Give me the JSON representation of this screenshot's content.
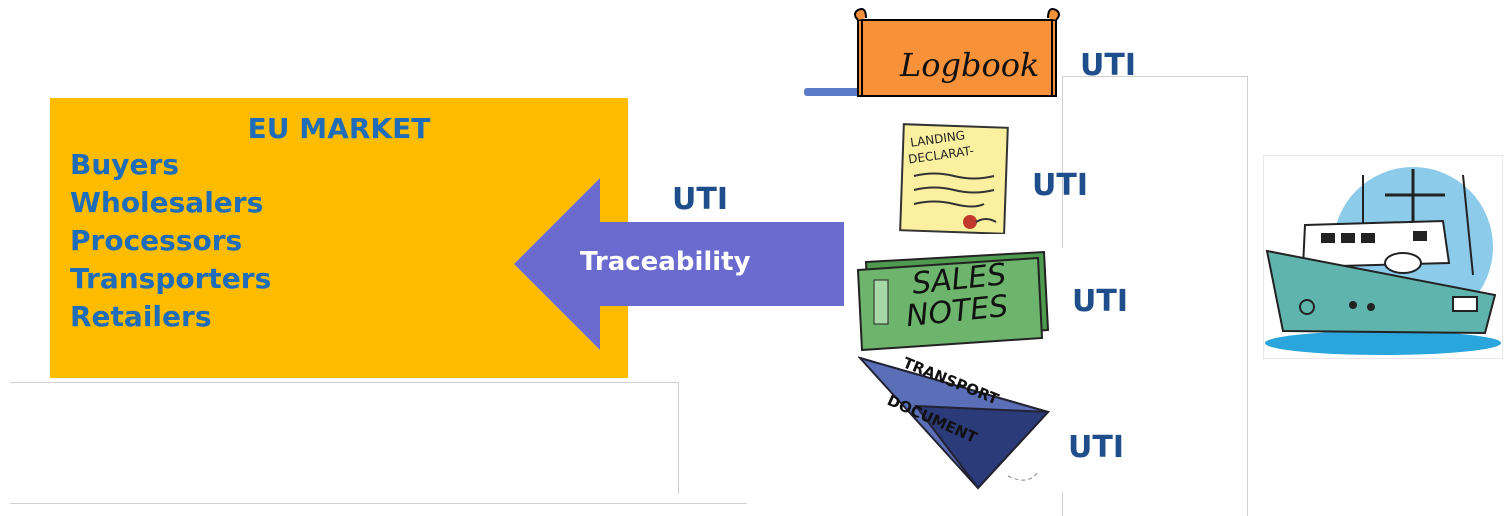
{
  "market": {
    "title": "EU MARKET",
    "items": [
      "Buyers",
      "Wholesalers",
      "Processors",
      "Transporters",
      "Retailers"
    ]
  },
  "flow": {
    "label": "Traceability",
    "uti_label": "UTI"
  },
  "documents": {
    "logbook": {
      "text": "Logbook",
      "uti": "UTI"
    },
    "landing": {
      "line1": "LANDING",
      "line2": "DECLARAT-",
      "uti": "UTI"
    },
    "sales": {
      "line1": "SALES",
      "line2": "NOTES",
      "uti": "UTI"
    },
    "transport": {
      "line1": "TRANSPORT",
      "line2": "DOCUMENT",
      "uti": "UTI"
    }
  },
  "colors": {
    "market_bg": "#fdbc00",
    "text_blue": "#1f6db8",
    "uti_blue": "#1f4e8c",
    "arrow": "#6b6bcf",
    "logbook": "#f7923a",
    "landing_paper": "#fbf0a0",
    "sales_green": "#6db56d",
    "transport_blue": "#5a6fb8",
    "boat_hull": "#5fb5ad",
    "sky": "#8ccbea"
  },
  "icons": [
    "logbook-scroll-icon",
    "landing-declaration-icon",
    "sales-notes-icon",
    "transport-plane-icon",
    "fishing-boat-icon"
  ]
}
